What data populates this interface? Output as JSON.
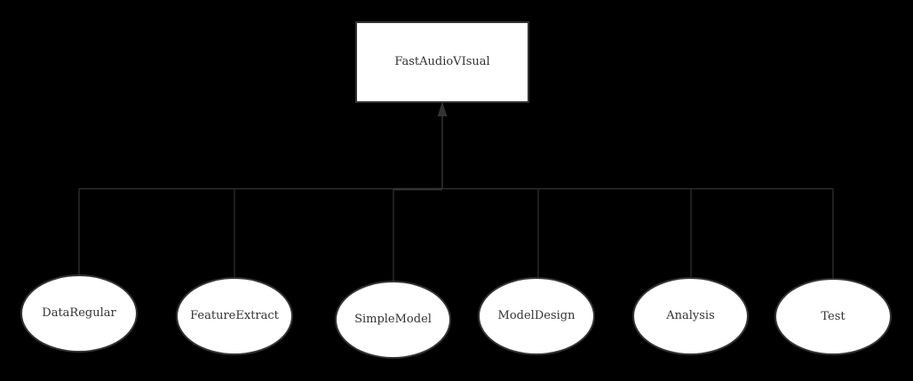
{
  "colors": {
    "background": "#000000",
    "node_fill": "#ffffff",
    "stroke": "#333333",
    "text": "#333333"
  },
  "diagram": {
    "type": "tree",
    "root": {
      "label": "FastAudioVIsual",
      "shape": "rectangle"
    },
    "children": [
      {
        "label": "DataRegular",
        "shape": "ellipse"
      },
      {
        "label": "FeatureExtract",
        "shape": "ellipse"
      },
      {
        "label": "SimpleModel",
        "shape": "ellipse"
      },
      {
        "label": "ModelDesign",
        "shape": "ellipse"
      },
      {
        "label": "Analysis",
        "shape": "ellipse"
      },
      {
        "label": "Test",
        "shape": "ellipse"
      }
    ],
    "edges": [
      {
        "from": "DataRegular",
        "to": "FastAudioVIsual",
        "arrowhead": "none"
      },
      {
        "from": "FeatureExtract",
        "to": "FastAudioVIsual",
        "arrowhead": "none"
      },
      {
        "from": "SimpleModel",
        "to": "FastAudioVIsual",
        "arrowhead": "triangle-up"
      },
      {
        "from": "ModelDesign",
        "to": "FastAudioVIsual",
        "arrowhead": "none"
      },
      {
        "from": "Analysis",
        "to": "FastAudioVIsual",
        "arrowhead": "none"
      },
      {
        "from": "Test",
        "to": "FastAudioVIsual",
        "arrowhead": "none"
      }
    ]
  }
}
